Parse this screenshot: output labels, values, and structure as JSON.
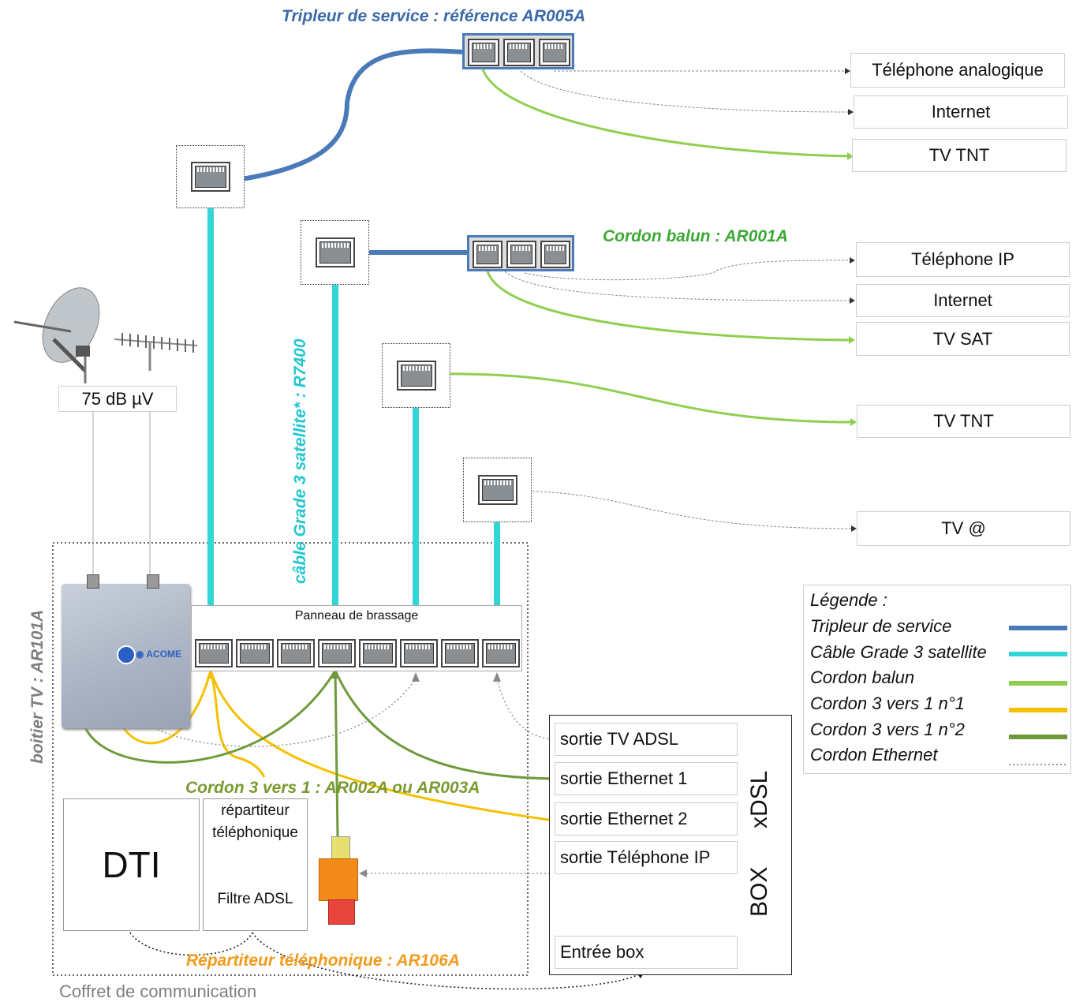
{
  "titles": {
    "tripleur": "Tripleur de service : référence AR005A",
    "balun": "Cordon balun : AR001A",
    "cable": "câble Grade 3 satellite* : R7400",
    "boitier": "boitier TV : AR101A",
    "cordon3": "Cordon 3 vers 1 : AR002A ou AR003A",
    "repartiteur": "Répartiteur téléphonique : AR106A",
    "coffret": "Coffret de communication"
  },
  "signal_level": "75 dB µV",
  "panel_label": "Panneau de brassage",
  "outputs_top": [
    "Téléphone analogique",
    "Internet",
    "TV TNT"
  ],
  "outputs_mid": [
    "Téléphone IP",
    "Internet",
    "TV SAT"
  ],
  "output_tnt2": "TV TNT",
  "output_tvat": "TV @",
  "dti": "DTI",
  "repartiteur_box": {
    "line1": "répartiteur",
    "line2": "téléphonique",
    "line3": "Filtre ADSL"
  },
  "box": {
    "outputs": [
      "sortie TV ADSL",
      "sortie Ethernet 1",
      "sortie Ethernet 2",
      "sortie Téléphone IP"
    ],
    "input": "Entrée box",
    "name1": "xDSL",
    "name2": "BOX"
  },
  "legend": {
    "title": "Légende :",
    "items": [
      {
        "label": "Tripleur de service",
        "color": "#4a7ab8",
        "style": "solid"
      },
      {
        "label": "Câble Grade 3 satellite",
        "color": "#33d6d6",
        "style": "solid"
      },
      {
        "label": "Cordon balun",
        "color": "#8fcf50",
        "style": "solid"
      },
      {
        "label": "Cordon 3 vers 1 n°1",
        "color": "#f5c000",
        "style": "solid"
      },
      {
        "label": "Cordon 3 vers 1 n°2",
        "color": "#6f9a3c",
        "style": "solid"
      },
      {
        "label": "Cordon Ethernet",
        "color": "#999999",
        "style": "dotted"
      }
    ]
  },
  "colors": {
    "tripleur": "#4a7ab8",
    "cable": "#33d6d6",
    "balun": "#8fcf50",
    "cordon1": "#f5c000",
    "cordon2": "#6f9a3c",
    "ethernet": "#999999",
    "title_blue": "#3b6aa8",
    "title_green": "#3aaa35",
    "title_cyan": "#22c7cf",
    "title_orange": "#f39a1b",
    "title_olive": "#7a9a30",
    "title_grey": "#7f7f7f"
  }
}
